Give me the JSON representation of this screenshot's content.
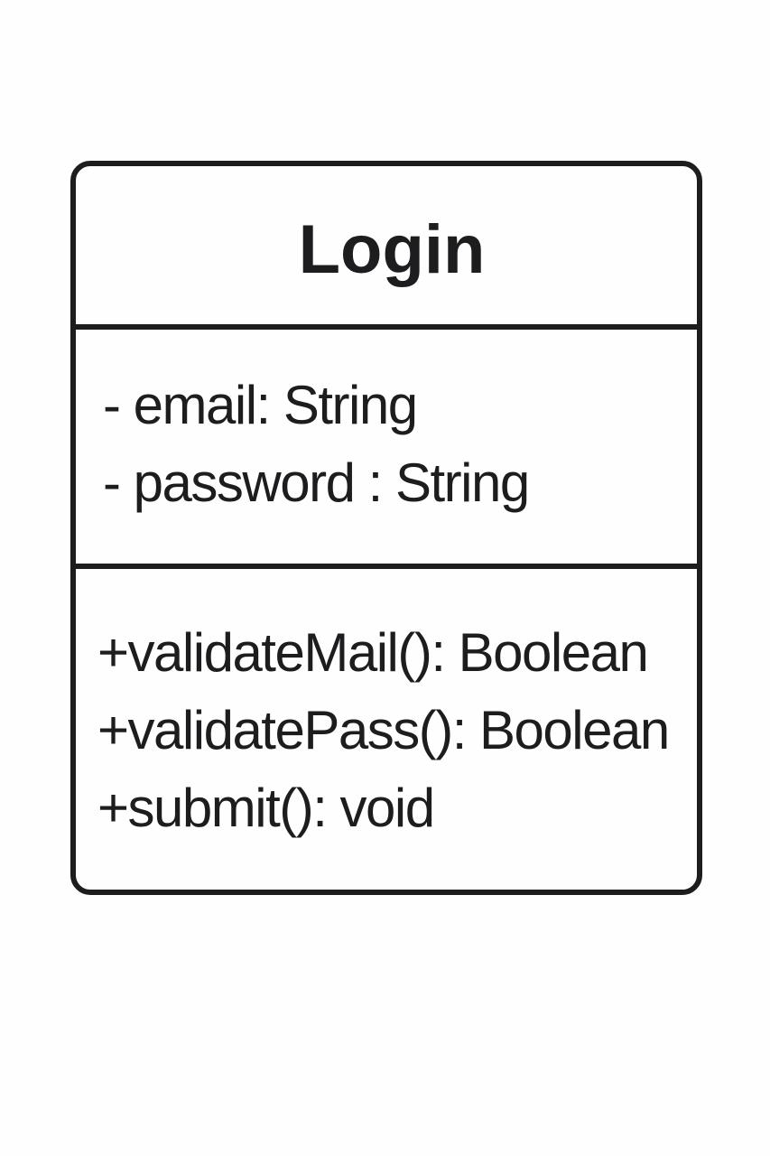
{
  "class": {
    "name": "Login",
    "attributes": [
      "- email:  String",
      "- password : String"
    ],
    "methods": [
      "+validateMail(): Boolean",
      "+validatePass(): Boolean",
      "+submit(): void"
    ]
  }
}
